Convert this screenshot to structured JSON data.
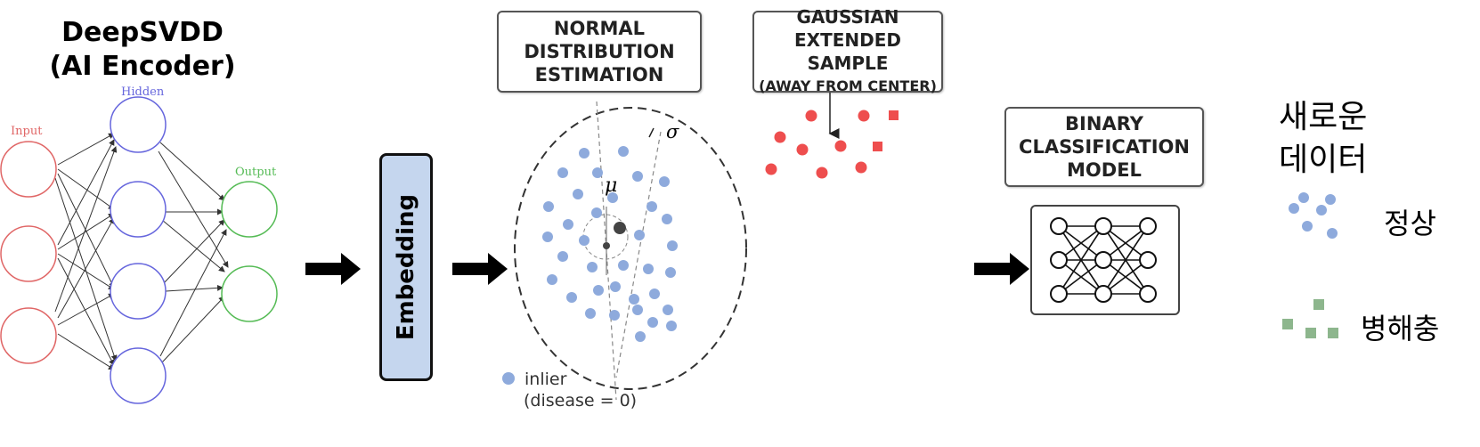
{
  "encoder": {
    "title_line1": "DeepSVDD",
    "title_line2": "(AI Encoder)",
    "input_label": "Input",
    "hidden_label": "Hidden",
    "output_label": "Output"
  },
  "embedding": {
    "label": "Embedding"
  },
  "normal_box": {
    "line1": "NORMAL",
    "line2": "DISTRIBUTION",
    "line3": "ESTIMATION"
  },
  "gaussian_box": {
    "line1": "GAUSSIAN",
    "line2": "EXTENDED SAMPLE",
    "line3": "(AWAY FROM CENTER)"
  },
  "distribution": {
    "mu_symbol": "μ",
    "sigma_symbol": "σ",
    "inlier_label": "inlier",
    "inlier_sub": "(disease = 0)"
  },
  "binary_box": {
    "line1": "BINARY",
    "line2": "CLASSIFICATION",
    "line3": "MODEL"
  },
  "legend": {
    "title_line1": "새로운",
    "title_line2": "데이터",
    "normal_label": "정상",
    "pest_label": "병해충"
  },
  "colors": {
    "inlier": "#8eaadc",
    "outlier": "#ee4e4e",
    "pest": "#8db68d",
    "embedding_fill": "#c5d6ee",
    "input_node": "#e06666",
    "hidden_node": "#6666dd",
    "output_node": "#55bb55"
  },
  "icons": [
    "arrow-right-icon",
    "neural-network-icon"
  ]
}
